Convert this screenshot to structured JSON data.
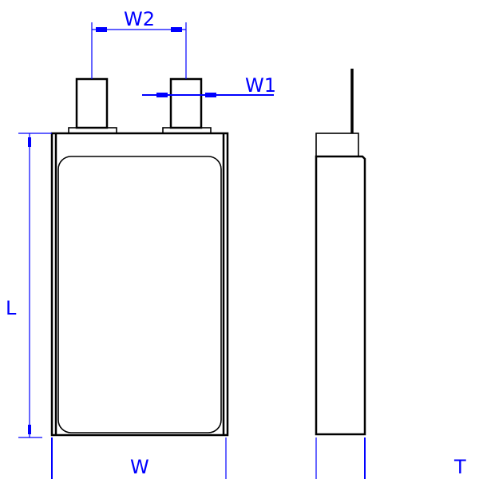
{
  "labels": {
    "w2": "W2",
    "w1": "W1",
    "l": "L",
    "w": "W",
    "t": "T"
  },
  "colors": {
    "dimension": "#0000ff",
    "outline": "#000000"
  }
}
